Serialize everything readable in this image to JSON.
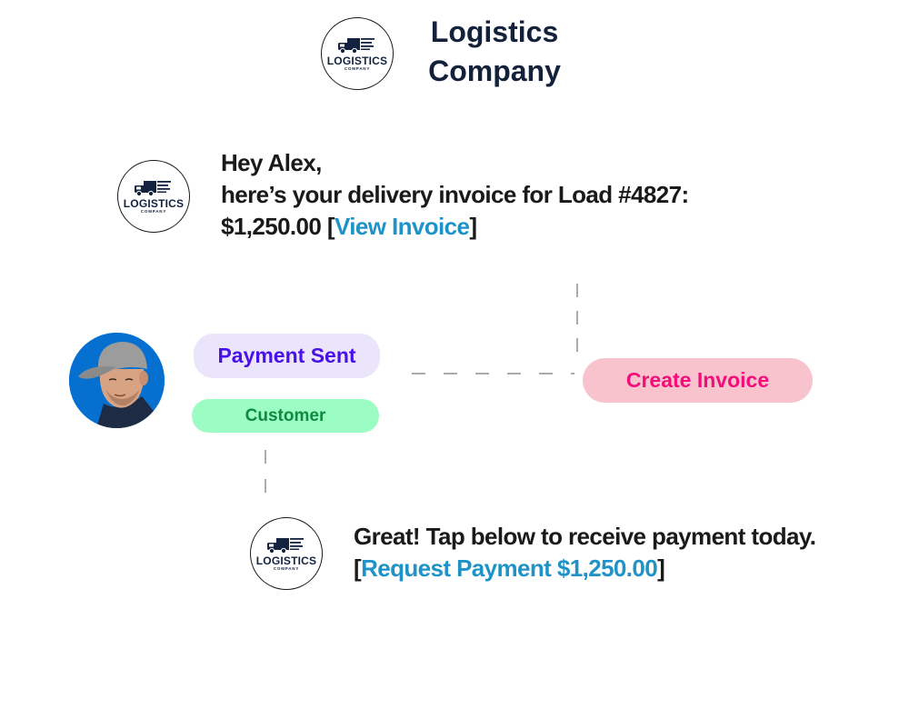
{
  "header": {
    "logo": {
      "icon": "truck-icon",
      "word": "LOGISTICS",
      "sub": "COMPANY"
    },
    "title": "Logistics Company"
  },
  "messages": [
    {
      "sender": "Logistics Company",
      "lines": [
        "Hey Alex,",
        "here’s your delivery invoice for Load #4827:"
      ],
      "amount_prefix": "$1,250.00 [",
      "link": "View Invoice",
      "suffix": "]"
    },
    {
      "sender": "Logistics Company",
      "lines": [
        "Great! Tap below to receive payment today."
      ],
      "prefix": "[",
      "link": "Request Payment $1,250.00",
      "suffix": "]"
    }
  ],
  "customer": {
    "avatar": "customer-avatar-photo",
    "status_pill": "Payment Sent",
    "role_pill": "Customer"
  },
  "actions": {
    "create_invoice": "Create Invoice"
  },
  "colors": {
    "link": "#1e93c8",
    "payment_pill_bg": "#ebe5fc",
    "payment_pill_text": "#4a10e8",
    "customer_pill_bg": "#9bfcc4",
    "customer_pill_text": "#0f8a3e",
    "invoice_pill_bg": "#f9c3cd",
    "invoice_pill_text": "#f20d7a",
    "avatar_bg": "#0670d0",
    "title": "#13223a"
  }
}
